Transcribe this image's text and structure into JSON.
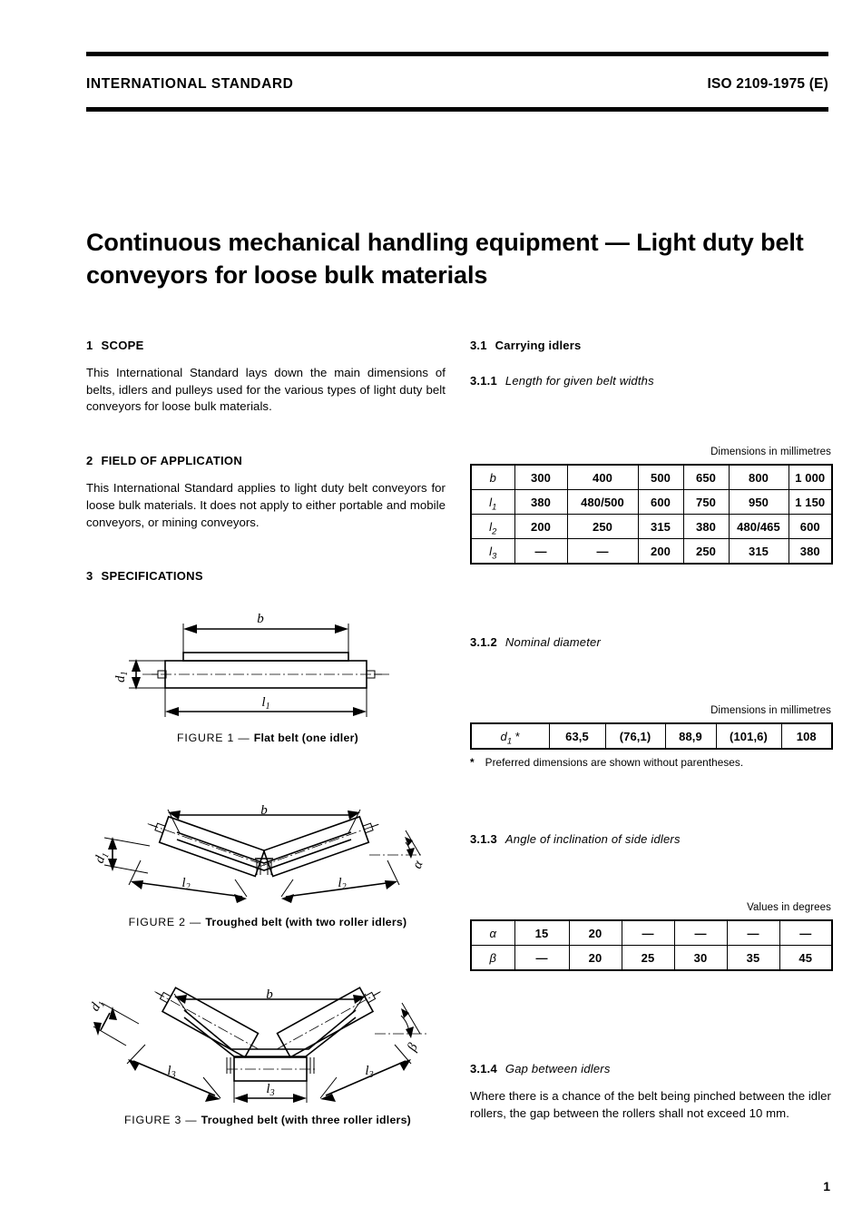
{
  "header": {
    "left": "INTERNATIONAL STANDARD",
    "right": "ISO 2109-1975 (E)"
  },
  "title": "Continuous mechanical handling equipment — Light duty belt conveyors for loose bulk materials",
  "sections": {
    "scope": {
      "number": "1",
      "heading": "SCOPE",
      "body": "This International Standard lays down the main dimensions of belts, idlers and pulleys used for the various types of light duty belt conveyors for loose bulk materials."
    },
    "field_of_application": {
      "number": "2",
      "heading": "FIELD OF APPLICATION",
      "body": "This International Standard applies to light duty belt conveyors for loose bulk materials. It does not apply to either portable and mobile conveyors, or mining conveyors."
    },
    "specifications": {
      "number": "3",
      "heading": "SPECIFICATIONS"
    },
    "carrying_idlers": {
      "number": "3.1",
      "heading": "Carrying idlers"
    },
    "length_for_belt_widths": {
      "number": "3.1.1",
      "heading": "Length for given belt widths"
    },
    "nominal_diameter": {
      "number": "3.1.2",
      "heading": "Nominal diameter"
    },
    "angle_of_inclination": {
      "number": "3.1.3",
      "heading": "Angle of inclination of side idlers"
    },
    "gap_between_idlers": {
      "number": "3.1.4",
      "heading": "Gap between idlers",
      "body": "Where there is a chance of the belt being pinched between the idler rollers, the gap between the rollers shall not exceed 10 mm."
    }
  },
  "tables": {
    "lengths": {
      "units_note": "Dimensions in millimetres",
      "rows": [
        {
          "label": "b",
          "label_sub": "",
          "values": [
            "300",
            "400",
            "500",
            "650",
            "800",
            "1 000"
          ]
        },
        {
          "label": "l",
          "label_sub": "1",
          "values": [
            "380",
            "480/500",
            "600",
            "750",
            "950",
            "1 150"
          ]
        },
        {
          "label": "l",
          "label_sub": "2",
          "values": [
            "200",
            "250",
            "315",
            "380",
            "480/465",
            "600"
          ]
        },
        {
          "label": "l",
          "label_sub": "3",
          "values": [
            "—",
            "—",
            "200",
            "250",
            "315",
            "380"
          ]
        }
      ]
    },
    "diameter": {
      "units_note": "Dimensions in millimetres",
      "row_label": "d",
      "row_label_sub": "1",
      "row_label_star": "*",
      "values": [
        "63,5",
        "(76,1)",
        "88,9",
        "(101,6)",
        "108"
      ],
      "footnote_marker": "*",
      "footnote": "Preferred dimensions are shown without parentheses."
    },
    "angles": {
      "units_note": "Values in degrees",
      "rows": [
        {
          "label": "α",
          "values": [
            "15",
            "20",
            "—",
            "—",
            "—",
            "—"
          ]
        },
        {
          "label": "β",
          "values": [
            "—",
            "20",
            "25",
            "30",
            "35",
            "45"
          ]
        }
      ]
    }
  },
  "figures": [
    {
      "lead": "FIGURE 1 — ",
      "caption": "Flat belt (one idler)",
      "labels": {
        "width": "b",
        "diameter": "d",
        "diameter_sub": "1",
        "length": "l",
        "length_sub": "1"
      }
    },
    {
      "lead": "FIGURE 2 — ",
      "caption": "Troughed belt (with two roller idlers)",
      "labels": {
        "width": "b",
        "diameter": "d",
        "diameter_sub": "1",
        "length": "l",
        "length_sub": "2",
        "angle": "α"
      }
    },
    {
      "lead": "FIGURE 3 — ",
      "caption": "Troughed belt (with three roller idlers)",
      "labels": {
        "width": "b",
        "diameter": "d",
        "diameter_sub": "1",
        "length": "l",
        "length_sub": "3",
        "angle": "β"
      }
    }
  ],
  "page_number": "1"
}
